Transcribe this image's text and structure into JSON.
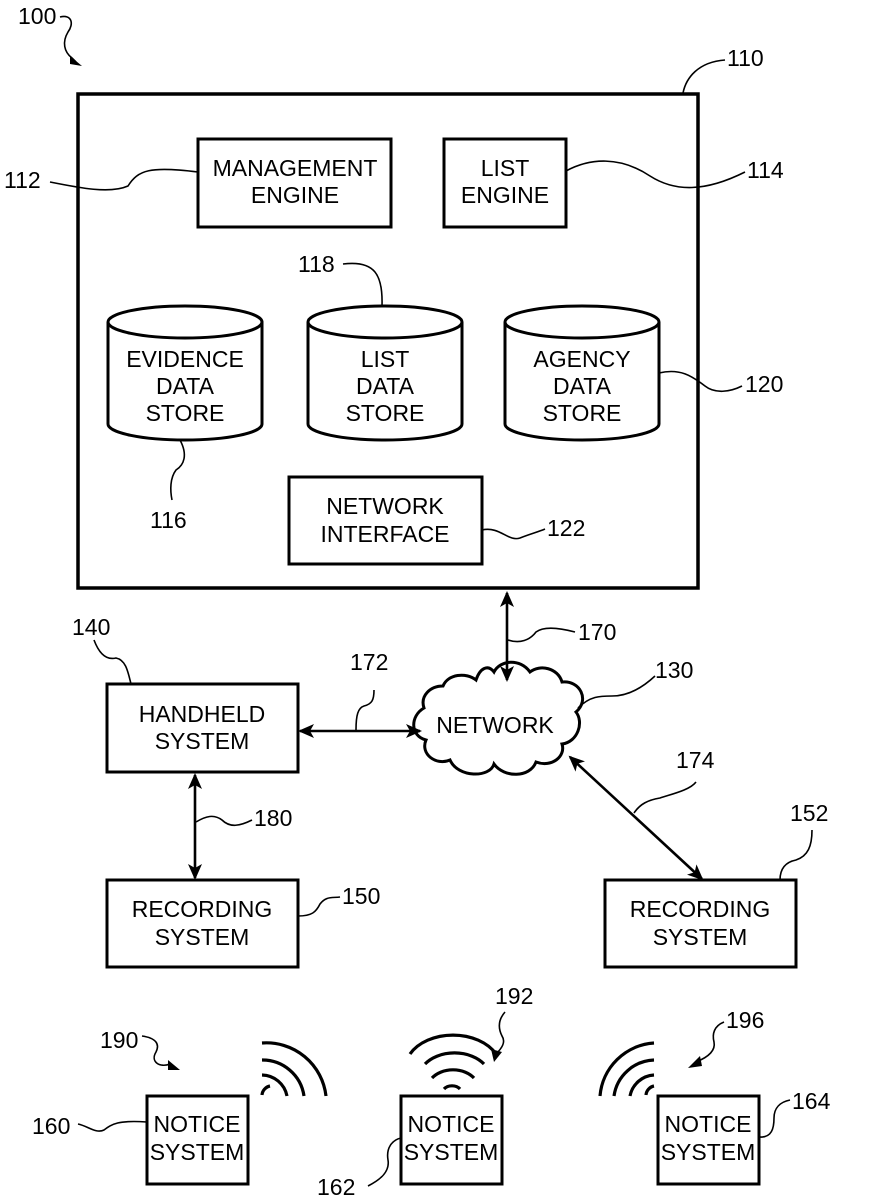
{
  "figure": {
    "ref": "100",
    "server": {
      "ref": "110"
    },
    "components": {
      "management_engine": {
        "ref": "112",
        "lines": [
          "MANAGEMENT",
          "ENGINE"
        ]
      },
      "list_engine": {
        "ref": "114",
        "lines": [
          "LIST",
          "ENGINE"
        ]
      },
      "evidence_data_store": {
        "ref": "116",
        "lines": [
          "EVIDENCE",
          "DATA",
          "STORE"
        ]
      },
      "list_data_store": {
        "ref": "118",
        "lines": [
          "LIST",
          "DATA",
          "STORE"
        ]
      },
      "agency_data_store": {
        "ref": "120",
        "lines": [
          "AGENCY",
          "DATA",
          "STORE"
        ]
      },
      "network_interface": {
        "ref": "122",
        "lines": [
          "NETWORK",
          "INTERFACE"
        ]
      }
    },
    "network": {
      "ref": "130",
      "label": "NETWORK"
    },
    "handheld_system": {
      "ref": "140",
      "lines": [
        "HANDHELD",
        "SYSTEM"
      ]
    },
    "recording_system_a": {
      "ref": "150",
      "lines": [
        "RECORDING",
        "SYSTEM"
      ]
    },
    "recording_system_b": {
      "ref": "152",
      "lines": [
        "RECORDING",
        "SYSTEM"
      ]
    },
    "notice_system_a": {
      "ref": "160",
      "lines": [
        "NOTICE",
        "SYSTEM"
      ]
    },
    "notice_system_b": {
      "ref": "162",
      "lines": [
        "NOTICE",
        "SYSTEM"
      ]
    },
    "notice_system_c": {
      "ref": "164",
      "lines": [
        "NOTICE",
        "SYSTEM"
      ]
    },
    "links": {
      "server_network": "170",
      "handheld_network": "172",
      "network_recording": "174",
      "handheld_recording": "180"
    },
    "signals": {
      "signal_a": "190",
      "signal_b": "192",
      "signal_c": "196"
    }
  }
}
